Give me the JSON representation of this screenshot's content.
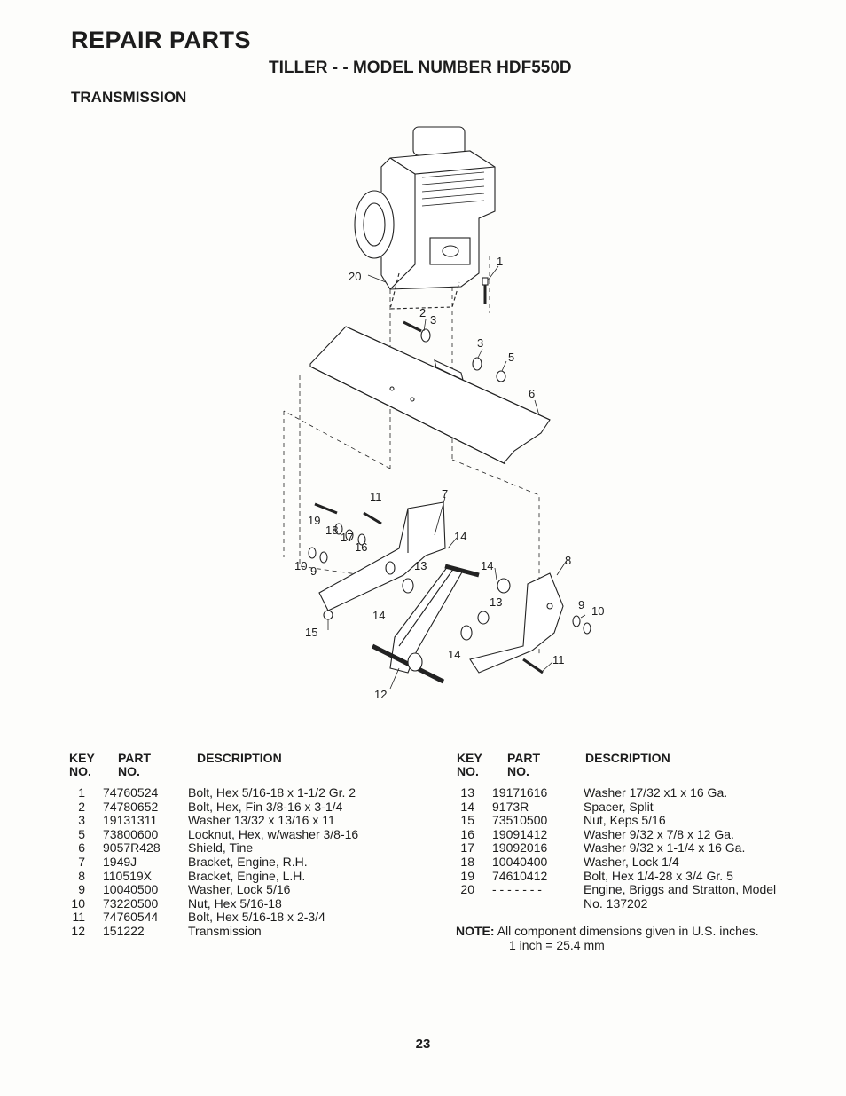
{
  "header": {
    "title": "REPAIR PARTS",
    "subtitle": "TILLER - - MODEL NUMBER HDF550D",
    "section": "TRANSMISSION"
  },
  "diagram": {
    "callouts": [
      "20",
      "1",
      "2",
      "3",
      "3",
      "5",
      "6",
      "11",
      "7",
      "19",
      "18",
      "17",
      "16",
      "14",
      "10",
      "9",
      "13",
      "14",
      "8",
      "9",
      "10",
      "15",
      "14",
      "13",
      "14",
      "11",
      "12"
    ]
  },
  "table_headers": {
    "key": "KEY",
    "no": "NO.",
    "part": "PART",
    "part_no": "NO.",
    "description": "DESCRIPTION"
  },
  "parts_left": [
    {
      "key": "1",
      "part": "74760524",
      "desc": "Bolt, Hex  5/16-18 x 1-1/2 Gr. 2"
    },
    {
      "key": "2",
      "part": "74780652",
      "desc": "Bolt, Hex, Fin   3/8-16 x 3-1/4"
    },
    {
      "key": "3",
      "part": "19131311",
      "desc": "Washer  13/32 x 13/16 x 11"
    },
    {
      "key": "5",
      "part": "73800600",
      "desc": "Locknut, Hex, w/washer  3/8-16"
    },
    {
      "key": "6",
      "part": "9057R428",
      "desc": "Shield, Tine"
    },
    {
      "key": "7",
      "part": "1949J",
      "desc": "Bracket, Engine, R.H."
    },
    {
      "key": "8",
      "part": "110519X",
      "desc": "Bracket, Engine, L.H."
    },
    {
      "key": "9",
      "part": "10040500",
      "desc": "Washer, Lock  5/16"
    },
    {
      "key": "10",
      "part": "73220500",
      "desc": "Nut, Hex  5/16-18"
    },
    {
      "key": "11",
      "part": "74760544",
      "desc": "Bolt, Hex  5/16-18 x 2-3/4"
    },
    {
      "key": "12",
      "part": "151222",
      "desc": "Transmission"
    }
  ],
  "parts_right": [
    {
      "key": "13",
      "part": "19171616",
      "desc": "Washer 17/32 x1 x 16 Ga."
    },
    {
      "key": "14",
      "part": "9173R",
      "desc": "Spacer, Split"
    },
    {
      "key": "15",
      "part": "73510500",
      "desc": "Nut, Keps  5/16"
    },
    {
      "key": "16",
      "part": "19091412",
      "desc": "Washer  9/32 x 7/8 x 12 Ga."
    },
    {
      "key": "17",
      "part": "19092016",
      "desc": "Washer  9/32 x 1-1/4 x 16 Ga."
    },
    {
      "key": "18",
      "part": "10040400",
      "desc": "Washer, Lock  1/4"
    },
    {
      "key": "19",
      "part": "74610412",
      "desc": "Bolt, Hex  1/4-28 x 3/4 Gr. 5"
    },
    {
      "key": "20",
      "part": "- - - - - - -",
      "desc": "Engine, Briggs and Stratton, Model",
      "desc2": "No. 137202"
    }
  ],
  "note": {
    "label": "NOTE:",
    "line1": "All component dimensions given in U.S. inches.",
    "line2": "1 inch = 25.4 mm"
  },
  "page_number": "23"
}
